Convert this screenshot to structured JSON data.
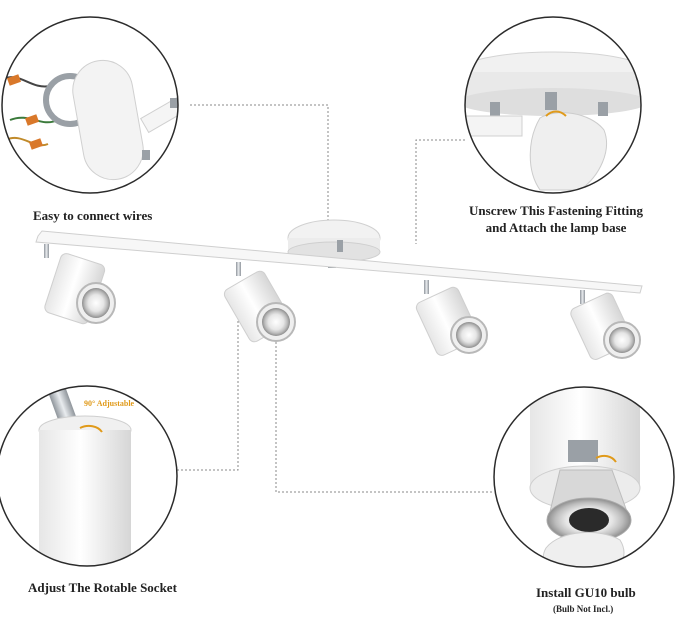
{
  "captions": {
    "wires": "Easy to connect wires",
    "unscrew_line1": "Unscrew This Fastening Fitting",
    "unscrew_line2": "and Attach the lamp base",
    "socket": "Adjust The Rotable Socket",
    "bulb": "Install GU10 bulb",
    "bulb_note": "(Bulb Not Incl.)",
    "adjustable": "90° Adjustable"
  },
  "colors": {
    "background": "#ffffff",
    "fixture_white": "#f4f4f4",
    "fixture_shade": "#d8d8d8",
    "chrome": "#b9bdc2",
    "accent_orange": "#e09a1a",
    "glove": "#efefef",
    "dashed_line": "#8a8a8a"
  }
}
